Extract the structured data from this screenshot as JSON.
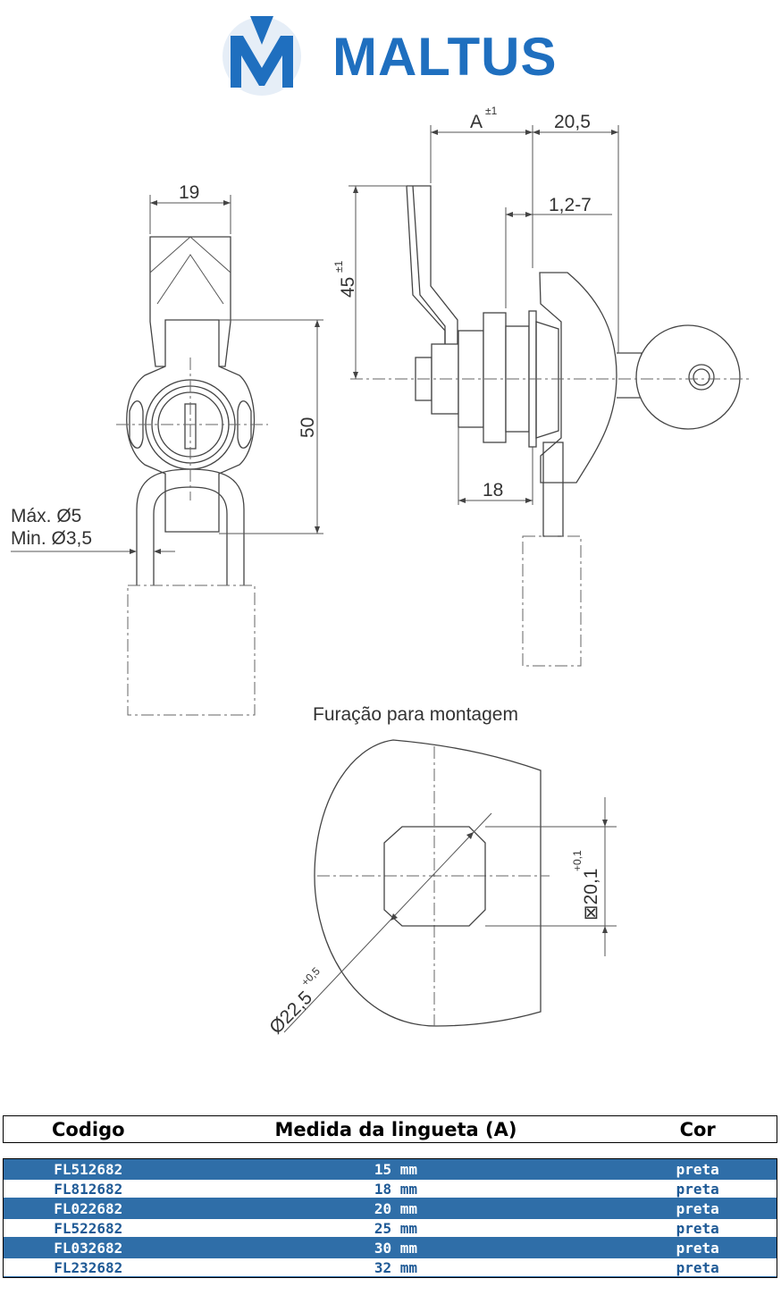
{
  "logo": {
    "brand": "MALTUS",
    "mark_color": "#1f6fbf",
    "text_color": "#1f6fbf"
  },
  "drawing": {
    "dims": {
      "front_width": "19",
      "height_50": "50",
      "wire_max": "Máx. Ø5",
      "wire_min": "Min. Ø3,5",
      "a_label": "A",
      "a_tol": "±1",
      "d_20_5": "20,5",
      "d_1_2_7": "1,2-7",
      "d_45": "45",
      "d_45_tol": "±1",
      "d_18": "18"
    },
    "mounting": {
      "title": "Furação para montagem",
      "square": "⊠20,1",
      "square_tol": "+0,1",
      "diameter": "Ø22,5",
      "diameter_tol": "+0,5"
    }
  },
  "table": {
    "headers": [
      "Codigo",
      "Medida da lingueta (A)",
      "Cor"
    ],
    "rows": [
      [
        "FL512682",
        "15 mm",
        "preta"
      ],
      [
        "FL812682",
        "18 mm",
        "preta"
      ],
      [
        "FL022682",
        "20 mm",
        "preta"
      ],
      [
        "FL522682",
        "25 mm",
        "preta"
      ],
      [
        "FL032682",
        "30 mm",
        "preta"
      ],
      [
        "FL232682",
        "32 mm",
        "preta"
      ]
    ],
    "colors": {
      "band": "#2f6ea8",
      "text_on_band": "#ffffff",
      "text_plain": "#1f5a96"
    }
  }
}
